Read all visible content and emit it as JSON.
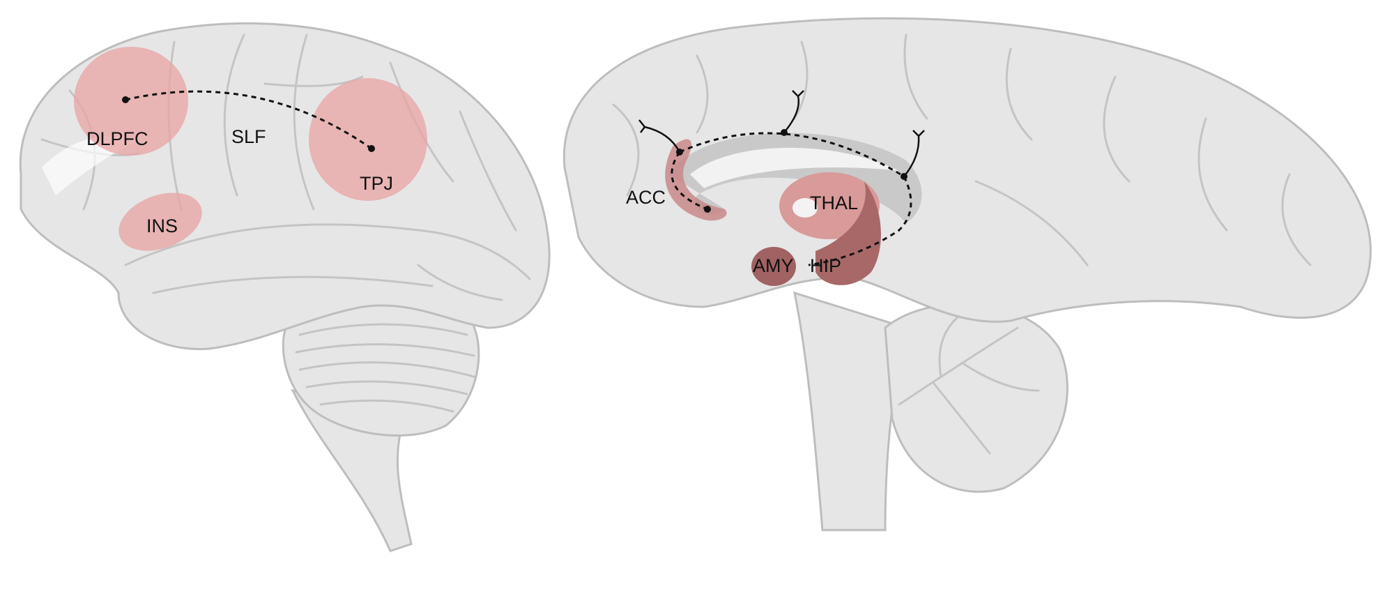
{
  "lateral_view": {
    "labels": {
      "dlpfc": "DLPFC",
      "slf": "SLF",
      "tpj": "TPJ",
      "ins": "INS"
    }
  },
  "medial_view": {
    "labels": {
      "acc": "ACC",
      "thal": "THAL",
      "amy": "AMY",
      "hip": "HIP"
    }
  },
  "colors": {
    "region": "#e8a3a3",
    "deep_region": "#a86868",
    "brain": "#e6e6e6",
    "outline": "#bdbdbd"
  }
}
